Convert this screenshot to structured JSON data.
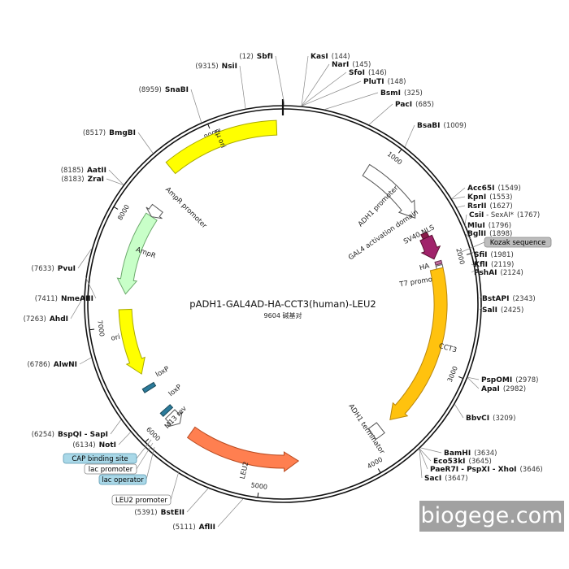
{
  "plasmid": {
    "name": "pADH1-GAL4AD-HA-CCT3(human)-LEU2",
    "size_label": "9604 碱基对",
    "total_bp": 9604
  },
  "ticks": [
    {
      "label": "1000",
      "pos": 1000
    },
    {
      "label": "2000",
      "pos": 2000
    },
    {
      "label": "3000",
      "pos": 3000
    },
    {
      "label": "4000",
      "pos": 4000
    },
    {
      "label": "5000",
      "pos": 5000
    },
    {
      "label": "6000",
      "pos": 6000
    },
    {
      "label": "7000",
      "pos": 7000
    },
    {
      "label": "8000",
      "pos": 8000
    },
    {
      "label": "9000",
      "pos": 9000
    }
  ],
  "features": [
    {
      "name": "2μ ori",
      "start": 8550,
      "end": 9550,
      "dir": 0,
      "color": "#ffff00",
      "stroke": "#a9a900",
      "type": "ring"
    },
    {
      "name": "ADH1 promoter",
      "start": 850,
      "end": 1520,
      "dir": 1,
      "color": "#ffffff",
      "stroke": "#555555",
      "type": "inner"
    },
    {
      "name": "SV40 NLS",
      "start": 1690,
      "end": 1740,
      "dir": 0,
      "color": "#8b1a4a",
      "stroke": "#5a0f30",
      "type": "inner"
    },
    {
      "name": "GAL4 activation domain",
      "start": 1740,
      "end": 1960,
      "dir": 1,
      "color": "#a0226a",
      "stroke": "#5a0f30",
      "type": "inner"
    },
    {
      "name": "HA",
      "start": 1990,
      "end": 2020,
      "dir": 0,
      "color": "#c070a0",
      "stroke": "#6a3050",
      "type": "inner2"
    },
    {
      "name": "T7 promoter",
      "start": 2030,
      "end": 2060,
      "dir": 0,
      "color": "#ffffff",
      "stroke": "#555555",
      "type": "inner2"
    },
    {
      "name": "CCT3",
      "start": 2060,
      "end": 3660,
      "dir": 1,
      "color": "#ffc20e",
      "stroke": "#b8860b",
      "type": "inner"
    },
    {
      "name": "ADH1 terminator",
      "start": 3780,
      "end": 3880,
      "dir": 0,
      "color": "#ffffff",
      "stroke": "#555555",
      "type": "inner"
    },
    {
      "name": "LEU2",
      "start": 4650,
      "end": 5750,
      "dir": -1,
      "color": "#ff7f50",
      "stroke": "#b84a20",
      "type": "inner"
    },
    {
      "name": "M13 rev",
      "start": 5890,
      "end": 6020,
      "dir": -1,
      "color": "#ffffff",
      "stroke": "#555555",
      "type": "inner"
    },
    {
      "name": "loxP",
      "start": 6050,
      "end": 6090,
      "dir": 0,
      "color": "#2b7a9a",
      "stroke": "#1a4a5a",
      "type": "inner"
    },
    {
      "name": "loxP",
      "start": 6330,
      "end": 6370,
      "dir": 0,
      "color": "#2b7a9a",
      "stroke": "#1a4a5a",
      "type": "inner"
    },
    {
      "name": "ori",
      "start": 6500,
      "end": 7150,
      "dir": -1,
      "color": "#ffff00",
      "stroke": "#a9a900",
      "type": "inner"
    },
    {
      "name": "AmpR",
      "start": 7300,
      "end": 8100,
      "dir": -1,
      "color": "#c8ffc8",
      "stroke": "#6aa86a",
      "type": "inner"
    },
    {
      "name": "AmpR promoter",
      "start": 8100,
      "end": 8200,
      "dir": -1,
      "color": "#ffffff",
      "stroke": "#555555",
      "type": "inner"
    }
  ],
  "sites": [
    {
      "name": "SbfI",
      "pos_label": "(12)",
      "pos": 12
    },
    {
      "name": "KasI",
      "pos_label": "(144)",
      "pos": 144
    },
    {
      "name": "NarI",
      "pos_label": "(145)",
      "pos": 145
    },
    {
      "name": "SfoI",
      "pos_label": "(146)",
      "pos": 146
    },
    {
      "name": "PluTI",
      "pos_label": "(148)",
      "pos": 148
    },
    {
      "name": "BsmI",
      "pos_label": "(325)",
      "pos": 325
    },
    {
      "name": "PacI",
      "pos_label": "(685)",
      "pos": 685
    },
    {
      "name": "BsaBI",
      "pos_label": "(1009)",
      "pos": 1009
    },
    {
      "name": "Acc65I",
      "pos_label": "(1549)",
      "pos": 1549
    },
    {
      "name": "KpnI",
      "pos_label": "(1553)",
      "pos": 1553
    },
    {
      "name": "RsrII",
      "pos_label": "(1627)",
      "pos": 1627
    },
    {
      "name": "CsiI",
      "extra": " - SexAI*",
      "pos_label": "(1767)",
      "pos": 1767
    },
    {
      "name": "MluI",
      "pos_label": "(1796)",
      "pos": 1796
    },
    {
      "name": "BglII",
      "pos_label": "(1898)",
      "pos": 1898
    },
    {
      "name": "SfiI",
      "pos_label": "(1981)",
      "pos": 1981
    },
    {
      "name": "KflI",
      "pos_label": "(2119)",
      "pos": 2119
    },
    {
      "name": "PshAI",
      "pos_label": "(2124)",
      "pos": 2124
    },
    {
      "name": "BstAPI",
      "pos_label": "(2343)",
      "pos": 2343
    },
    {
      "name": "SalI",
      "pos_label": "(2425)",
      "pos": 2425
    },
    {
      "name": "PspOMI",
      "pos_label": "(2978)",
      "pos": 2978
    },
    {
      "name": "ApaI",
      "pos_label": "(2982)",
      "pos": 2982
    },
    {
      "name": "BbvCI",
      "pos_label": "(3209)",
      "pos": 3209
    },
    {
      "name": "BamHI",
      "pos_label": "(3634)",
      "pos": 3634
    },
    {
      "name": "Eco53kI",
      "pos_label": "(3645)",
      "pos": 3645
    },
    {
      "name": "PaeR7I - PspXI - XhoI",
      "pos_label": "(3646)",
      "pos": 3646
    },
    {
      "name": "SacI",
      "pos_label": "(3647)",
      "pos": 3647
    },
    {
      "name": "AflII",
      "pos_label": "(5111)",
      "pos": 5111
    },
    {
      "name": "BstEII",
      "pos_label": "(5391)",
      "pos": 5391
    },
    {
      "name": "NotI",
      "pos_label": "(6134)",
      "pos": 6134
    },
    {
      "name": "BspQI - SapI",
      "pos_label": "(6254)",
      "pos": 6254
    },
    {
      "name": "AlwNI",
      "pos_label": "(6786)",
      "pos": 6786
    },
    {
      "name": "AhdI",
      "pos_label": "(7263)",
      "pos": 7263
    },
    {
      "name": "NmeAIII",
      "pos_label": "(7411)",
      "pos": 7411
    },
    {
      "name": "PvuI",
      "pos_label": "(7633)",
      "pos": 7633
    },
    {
      "name": "ZraI",
      "pos_label": "(8183)",
      "pos": 8183
    },
    {
      "name": "AatII",
      "pos_label": "(8185)",
      "pos": 8185
    },
    {
      "name": "BmgBI",
      "pos_label": "(8517)",
      "pos": 8517
    },
    {
      "name": "SnaBI",
      "pos_label": "(8959)",
      "pos": 8959
    },
    {
      "name": "NsiI",
      "pos_label": "(9315)",
      "pos": 9315
    }
  ],
  "boxed_labels": [
    {
      "text": "Kozak sequence",
      "fill": "#bdbdbd",
      "stroke": "#888888"
    },
    {
      "text": "CAP binding site",
      "fill": "#a9d8e8",
      "stroke": "#5a98b0"
    },
    {
      "text": "lac promoter",
      "fill": "#ffffff",
      "stroke": "#888888"
    },
    {
      "text": "lac operator",
      "fill": "#a9d8e8",
      "stroke": "#5a98b0"
    },
    {
      "text": "LEU2 promoter",
      "fill": "#ffffff",
      "stroke": "#888888"
    }
  ],
  "watermark": {
    "text": "biogege.com"
  }
}
